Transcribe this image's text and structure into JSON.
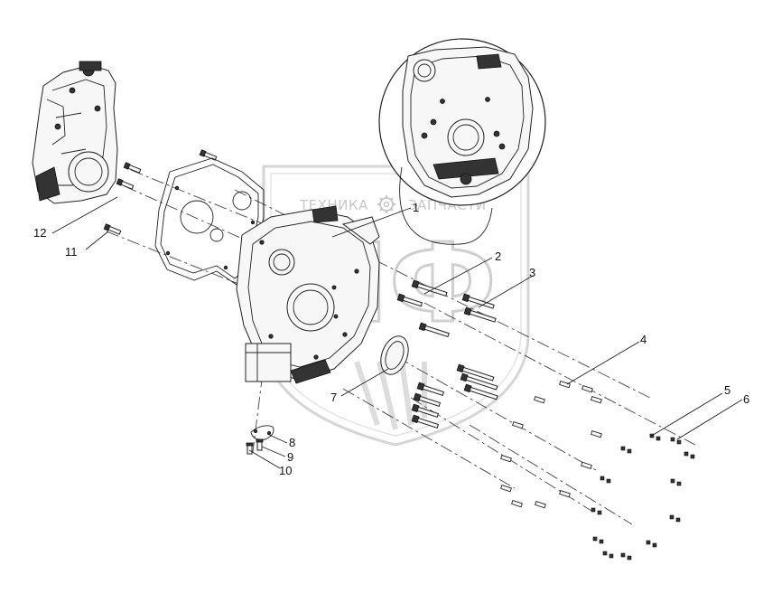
{
  "watermark": {
    "text_left": "ТЕХНИКА",
    "text_right": "ЗАПЧАСТИ",
    "monogram": "ПФ",
    "icon": "gear-icon"
  },
  "callouts": [
    {
      "id": "1",
      "label": "1"
    },
    {
      "id": "2",
      "label": "2"
    },
    {
      "id": "3",
      "label": "3"
    },
    {
      "id": "4",
      "label": "4"
    },
    {
      "id": "5",
      "label": "5"
    },
    {
      "id": "6",
      "label": "6"
    },
    {
      "id": "7",
      "label": "7"
    },
    {
      "id": "8",
      "label": "8"
    },
    {
      "id": "9",
      "label": "9"
    },
    {
      "id": "10",
      "label": "10"
    },
    {
      "id": "11",
      "label": "11"
    },
    {
      "id": "12",
      "label": "12"
    }
  ],
  "colors": {
    "line": "#222222",
    "watermark": "#c8c8c8",
    "background": "#ffffff"
  }
}
